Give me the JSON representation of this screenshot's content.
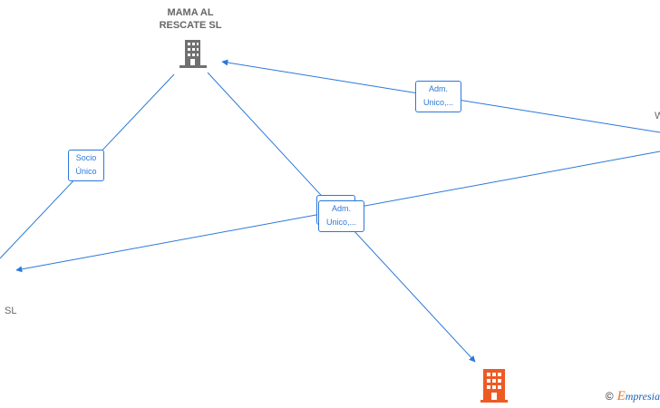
{
  "colors": {
    "edge": "#2b78d8",
    "building_gray": "#707070",
    "building_orange": "#ee5a24",
    "text": "#666666"
  },
  "nodes": {
    "mama": {
      "name_line1": "MAMA AL",
      "name_line2": "RESCATE  SL",
      "icon": "building-icon"
    },
    "left": {
      "name": "SL",
      "icon": "building-icon"
    },
    "right": {
      "name": "W"
    },
    "bottom": {
      "icon": "building-icon"
    }
  },
  "edges": {
    "socio_unico": {
      "line1": "Socio",
      "line2": "Único"
    },
    "adm_top": {
      "line1": "Adm.",
      "line2": "Unico,..."
    },
    "adm_center": {
      "line1": "Adm.",
      "line2": "Unico,..."
    }
  },
  "watermark": {
    "copyright": "©",
    "brand_initial": "E",
    "brand_rest": "mpresia"
  }
}
